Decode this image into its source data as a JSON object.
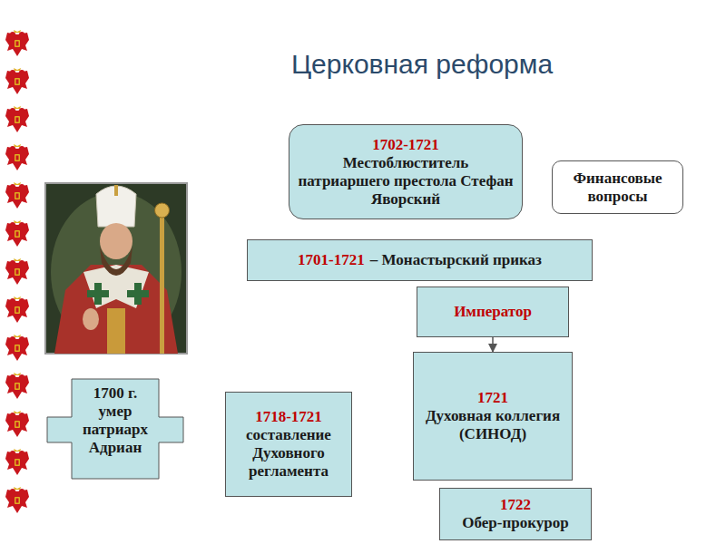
{
  "diagram": {
    "title": "Церковная реформа",
    "nodes": [
      {
        "text": [
          "1702-1721",
          "Местоблюститель патриаршего престола Стефан Яворский"
        ]
      },
      {
        "text": [
          "Финансовые вопросы"
        ]
      },
      {
        "text": [
          "1701-1721",
          "– Монастырский приказ"
        ]
      },
      {
        "text": [
          "Император"
        ]
      },
      {
        "text": [
          "1700 г. умер патриарх Адриан"
        ]
      },
      {
        "text": [
          "1718-1721",
          "составление Духовного регламента"
        ]
      },
      {
        "text": [
          "1721",
          "Духовная коллегия (СИНОД)"
        ]
      },
      {
        "text": [
          "1722",
          "Обер-прокурор"
        ]
      }
    ],
    "edges": [
      {
        "from": 3,
        "to": 6,
        "arrow": "to"
      }
    ]
  }
}
